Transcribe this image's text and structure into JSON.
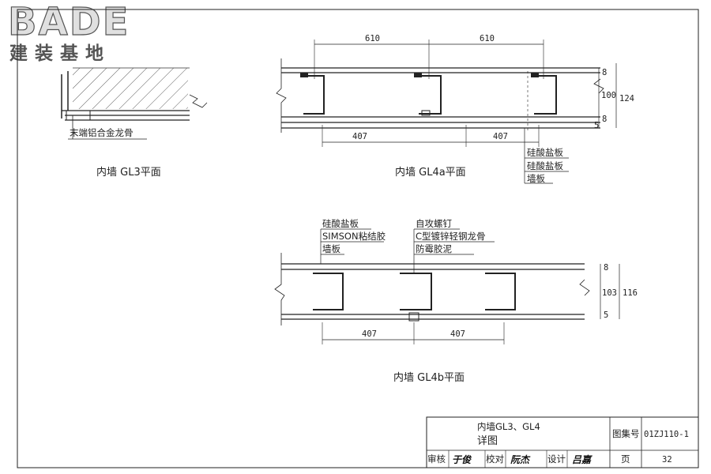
{
  "logo": {
    "word": "BADE",
    "sub": "建装基地"
  },
  "gl3": {
    "caption": "内墙 GL3平面",
    "callout": "末端铝合金龙骨"
  },
  "gl4a": {
    "caption": "内墙 GL4a平面",
    "top_dims": [
      "610",
      "610"
    ],
    "bottom_dims": [
      "407",
      "407"
    ],
    "right_dims": {
      "a": "8",
      "b": "100",
      "c": "8",
      "d": "5",
      "total": "124"
    },
    "layers": [
      "硅酸盐板",
      "硅酸盐板",
      "墙板"
    ]
  },
  "gl4b": {
    "caption": "内墙 GL4b平面",
    "left_labels": [
      "硅酸盐板",
      "SIMSON粘结胶",
      "墙板"
    ],
    "right_labels": [
      "自攻螺钉",
      "C型镀锌轻钢龙骨",
      "防霉胶泥"
    ],
    "bottom_dims": [
      "407",
      "407"
    ],
    "right_dims": {
      "a": "8",
      "b": "103",
      "c": "5",
      "total": "116"
    }
  },
  "title_block": {
    "title_line1": "内墙GL3、GL4",
    "title_line2": "详图",
    "atlas_label": "图集号",
    "atlas_no": "01ZJ110-1",
    "review_label": "审核",
    "review_sig": "于俊",
    "check_label": "校对",
    "check_sig": "阮杰",
    "design_label": "设计",
    "design_sig": "吕嘉",
    "page_label": "页",
    "page_no": "32"
  }
}
